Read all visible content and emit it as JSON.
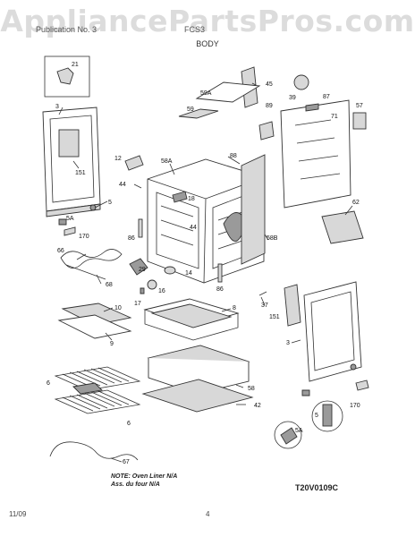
{
  "watermark": "AppliancePartsPros.com",
  "header": {
    "left": "Publication No. 3",
    "right": "FCS3",
    "section": "BODY"
  },
  "callouts": [
    "21",
    "3",
    "151",
    "5",
    "5A",
    "170",
    "66",
    "68",
    "45",
    "59A",
    "59",
    "12",
    "44",
    "58A",
    "88",
    "18",
    "86",
    "44",
    "89",
    "39",
    "87",
    "71",
    "57",
    "62",
    "58B",
    "29",
    "14",
    "16",
    "17",
    "86",
    "10",
    "9",
    "8",
    "37",
    "151",
    "3",
    "58",
    "42",
    "6",
    "6",
    "67",
    "170",
    "5",
    "5A"
  ],
  "note": {
    "line1": "NOTE: Oven Liner N/A",
    "line2": "Ass. du four N/A"
  },
  "diagram_code": "T20V0109C",
  "footer": {
    "date": "11/09",
    "page": "4"
  }
}
